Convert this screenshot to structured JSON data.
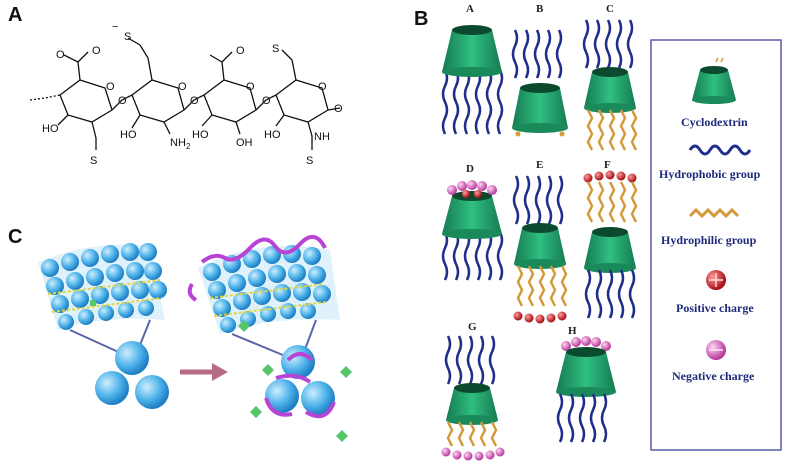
{
  "panels": {
    "a": {
      "letter": "A"
    },
    "b": {
      "letter": "B"
    },
    "c": {
      "letter": "C"
    }
  },
  "chemical": {
    "atoms": {
      "o": "O",
      "ho": "HO",
      "oh": "OH",
      "nh": "NH",
      "nh2": "NH",
      "nh2_sub": "2",
      "s": "S",
      "minus": "−"
    }
  },
  "diagram_b": {
    "sublabels": [
      "A",
      "B",
      "C",
      "D",
      "E",
      "F",
      "G",
      "H"
    ],
    "legend": {
      "cyclodextrin": "Cyclodextrin",
      "hydrophobic": "Hydrophobic group",
      "hydrophilic": "Hydrophilic group",
      "positive": "Positive charge",
      "negative": "Negative charge"
    }
  },
  "colors": {
    "cyclodextrin": "#20a06a",
    "hydrophobic": "#1f2d8c",
    "hydrophilic": "#d49a3a",
    "positive": "#c4141c",
    "negative": "#d35bb8",
    "legend_border": "#5a5aa8",
    "sphere": "#4fb3ea",
    "polymer": "#b844d6",
    "linker": "#e0d640",
    "arrow": "#b76a86",
    "drug": "#55c46b"
  },
  "icons": [
    "arrow-right-icon",
    "cyclodextrin-icon",
    "hydrophobic-chain-icon",
    "hydrophilic-chain-icon",
    "positive-charge-icon",
    "negative-charge-icon"
  ]
}
